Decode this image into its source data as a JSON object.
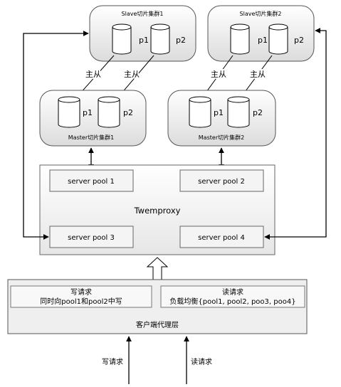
{
  "slave_cluster_1": {
    "title": "Slave切片集群1",
    "p1": "p1",
    "p2": "p2"
  },
  "slave_cluster_2": {
    "title": "Slave切片集群2",
    "p1": "p1",
    "p2": "p2"
  },
  "master_cluster_1": {
    "title": "Master切片集群1",
    "p1": "p1",
    "p2": "p2"
  },
  "master_cluster_2": {
    "title": "Master切片集群2",
    "p1": "p1",
    "p2": "p2"
  },
  "replication_labels": [
    "主从",
    "主从",
    "主从",
    "主从"
  ],
  "twemproxy": {
    "title": "Twemproxy",
    "pools": [
      "server pool 1",
      "server pool 2",
      "server pool 3",
      "server pool 4"
    ]
  },
  "client_layer": {
    "title": "客户端代理层",
    "write_box": {
      "title": "写请求",
      "desc": "同时向pool1和pool2中写"
    },
    "read_box": {
      "title": "读请求",
      "desc": "负载均衡{pool1, pool2, poo3, poo4}"
    }
  },
  "inputs": {
    "write": "写请求",
    "read": "读请求"
  }
}
